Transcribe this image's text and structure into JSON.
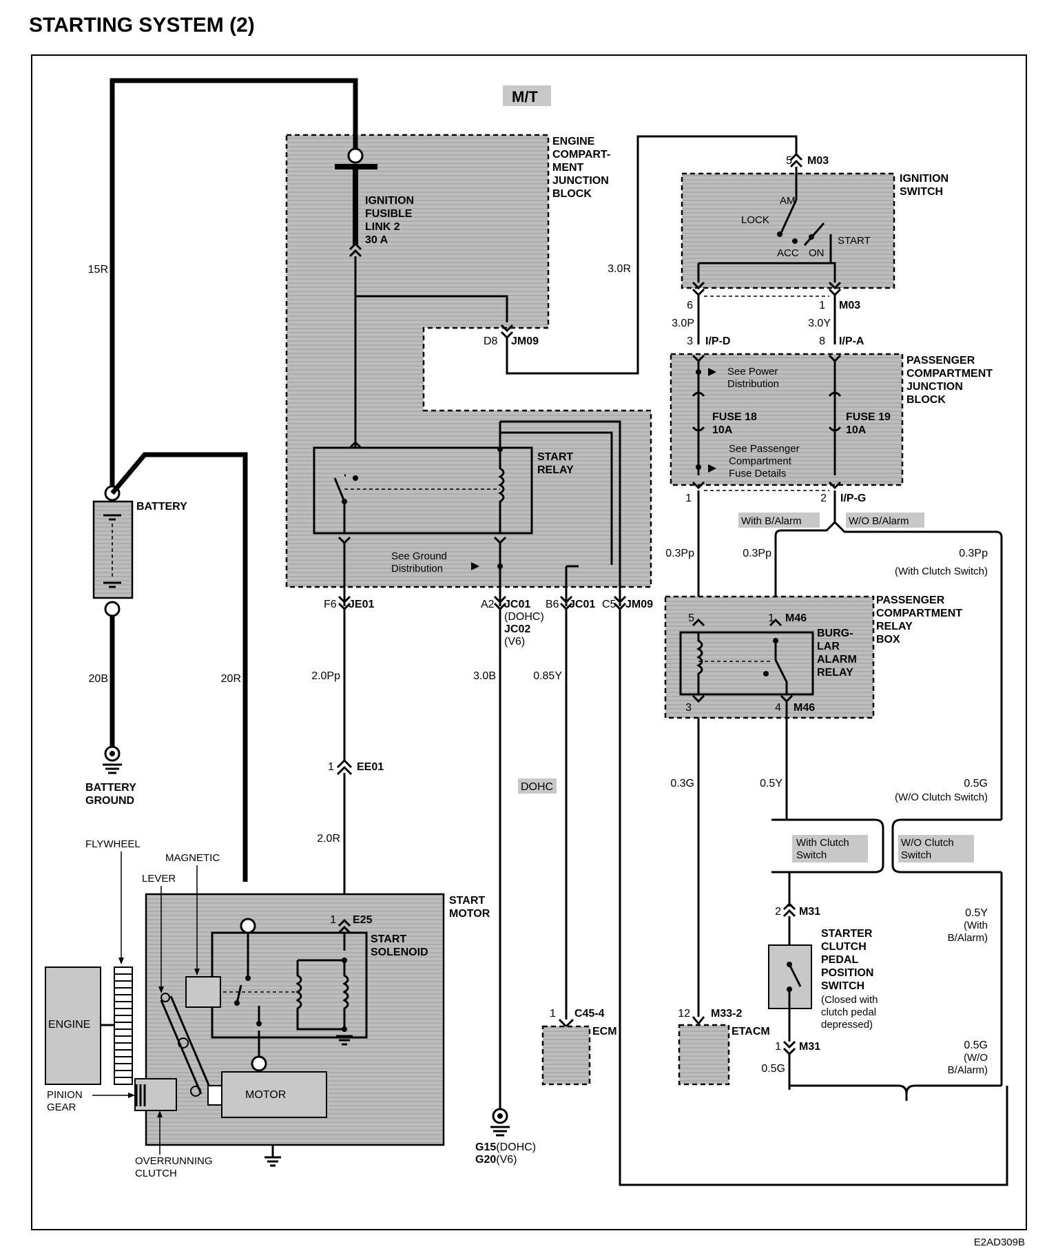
{
  "title": "STARTING SYSTEM (2)",
  "variant": "M/T",
  "figure_code": "E2AD309B",
  "blocks": {
    "engine_junction": "ENGINE COMPART- MENT JUNCTION BLOCK",
    "ignition_switch": "IGNITION SWITCH",
    "passenger_junction": "PASSENGER COMPARTMENT JUNCTION BLOCK",
    "relay_box": "PASSENGER COMPARTMENT RELAY BOX",
    "start_motor": "START MOTOR"
  },
  "components": {
    "fusible_link": "IGNITION FUSIBLE LINK 2 30 A",
    "start_relay": "START RELAY",
    "battery": "BATTERY",
    "battery_ground": "BATTERY GROUND",
    "burglar_relay": "BURG- LAR ALARM RELAY",
    "fuse18": "FUSE 18 10A",
    "fuse19": "FUSE 19 10A",
    "start_solenoid": "START SOLENOID",
    "motor": "MOTOR",
    "engine": "ENGINE",
    "ecm": "ECM",
    "etacm": "ETACM",
    "clutch_switch": "STARTER CLUTCH PEDAL POSITION SWITCH",
    "clutch_switch_note": "(Closed with clutch pedal depressed)",
    "ground_g15": "G15(DOHC) G20(V6)"
  },
  "parts": {
    "flywheel": "FLYWHEEL",
    "magnetic": "MAGNETIC",
    "lever": "LEVER",
    "pinion_gear": "PINION GEAR",
    "overrunning_clutch": "OVERRUNNING CLUTCH"
  },
  "switch_positions": [
    "AM",
    "LOCK",
    "ACC",
    "ON",
    "START"
  ],
  "notes": {
    "power_dist": "See Power Distribution",
    "fuse_details": "See Passenger Compartment Fuse Details",
    "ground_dist": "See Ground Distribution"
  },
  "options": {
    "with_alarm": "With B/Alarm",
    "without_alarm": "W/O B/Alarm",
    "with_clutch": "With Clutch Switch",
    "without_clutch": "W/O Clutch Switch",
    "dohc": "DOHC"
  },
  "wires": {
    "w15R": "15R",
    "w20B": "20B",
    "w20R": "20R",
    "w30R": "3.0R",
    "w30P": "3.0P",
    "w30Y": "3.0Y",
    "w20Pp": "2.0Pp",
    "w20R2": "2.0R",
    "w30B": "3.0B",
    "w085Y": "0.85Y",
    "w03Pp1": "0.3Pp",
    "w03Pp2": "0.3Pp",
    "w03Pp3": "0.3Pp",
    "w03Pp3n": "(With Clutch Switch)",
    "w03G": "0.3G",
    "w05Y": "0.5Y",
    "w05G": "0.5G",
    "w05Gn": "(W/O Clutch Switch)",
    "w05Y2": "0.5Y",
    "w05Y2n1": "(With",
    "w05Y2n2": "B/Alarm)",
    "w05G2": "0.5G",
    "w05G2n1": "(W/O",
    "w05G2n2": "B/Alarm)",
    "w05G3": "0.5G"
  },
  "connectors": {
    "m03_top": "M03",
    "m03_top_pin": "5",
    "m03_pin6": "6",
    "m03_pin1": "1",
    "m03_bot": "M03",
    "ipd_pin": "3",
    "ipd": "I/P-D",
    "ipa_pin": "8",
    "ipa": "I/P-A",
    "ipg_pin1": "1",
    "ipg_pin2": "2",
    "ipg": "I/P-G",
    "jm09_pin": "D8",
    "jm09": "JM09",
    "je01_pin": "F6",
    "je01": "JE01",
    "jc01_pin": "A2",
    "jc01": "JC01",
    "jc01_dohc": "(DOHC)",
    "jc02": "JC02",
    "jc02_v6": "(V6)",
    "jc01b_pin": "B6",
    "jc01b": "JC01",
    "jm09b_pin": "C5",
    "jm09b": "JM09",
    "ee01_pin": "1",
    "ee01": "EE01",
    "e25_pin": "1",
    "e25": "E25",
    "m46_pin5": "5",
    "m46_pin1": "1",
    "m46": "M46",
    "m46_pin3": "3",
    "m46_pin4": "4",
    "m46b": "M46",
    "m31_pin2": "2",
    "m31": "M31",
    "m31_pin1": "1",
    "m31b": "M31",
    "c45_pin": "1",
    "c45": "C45-4",
    "m33_pin": "12",
    "m33": "M33-2"
  }
}
